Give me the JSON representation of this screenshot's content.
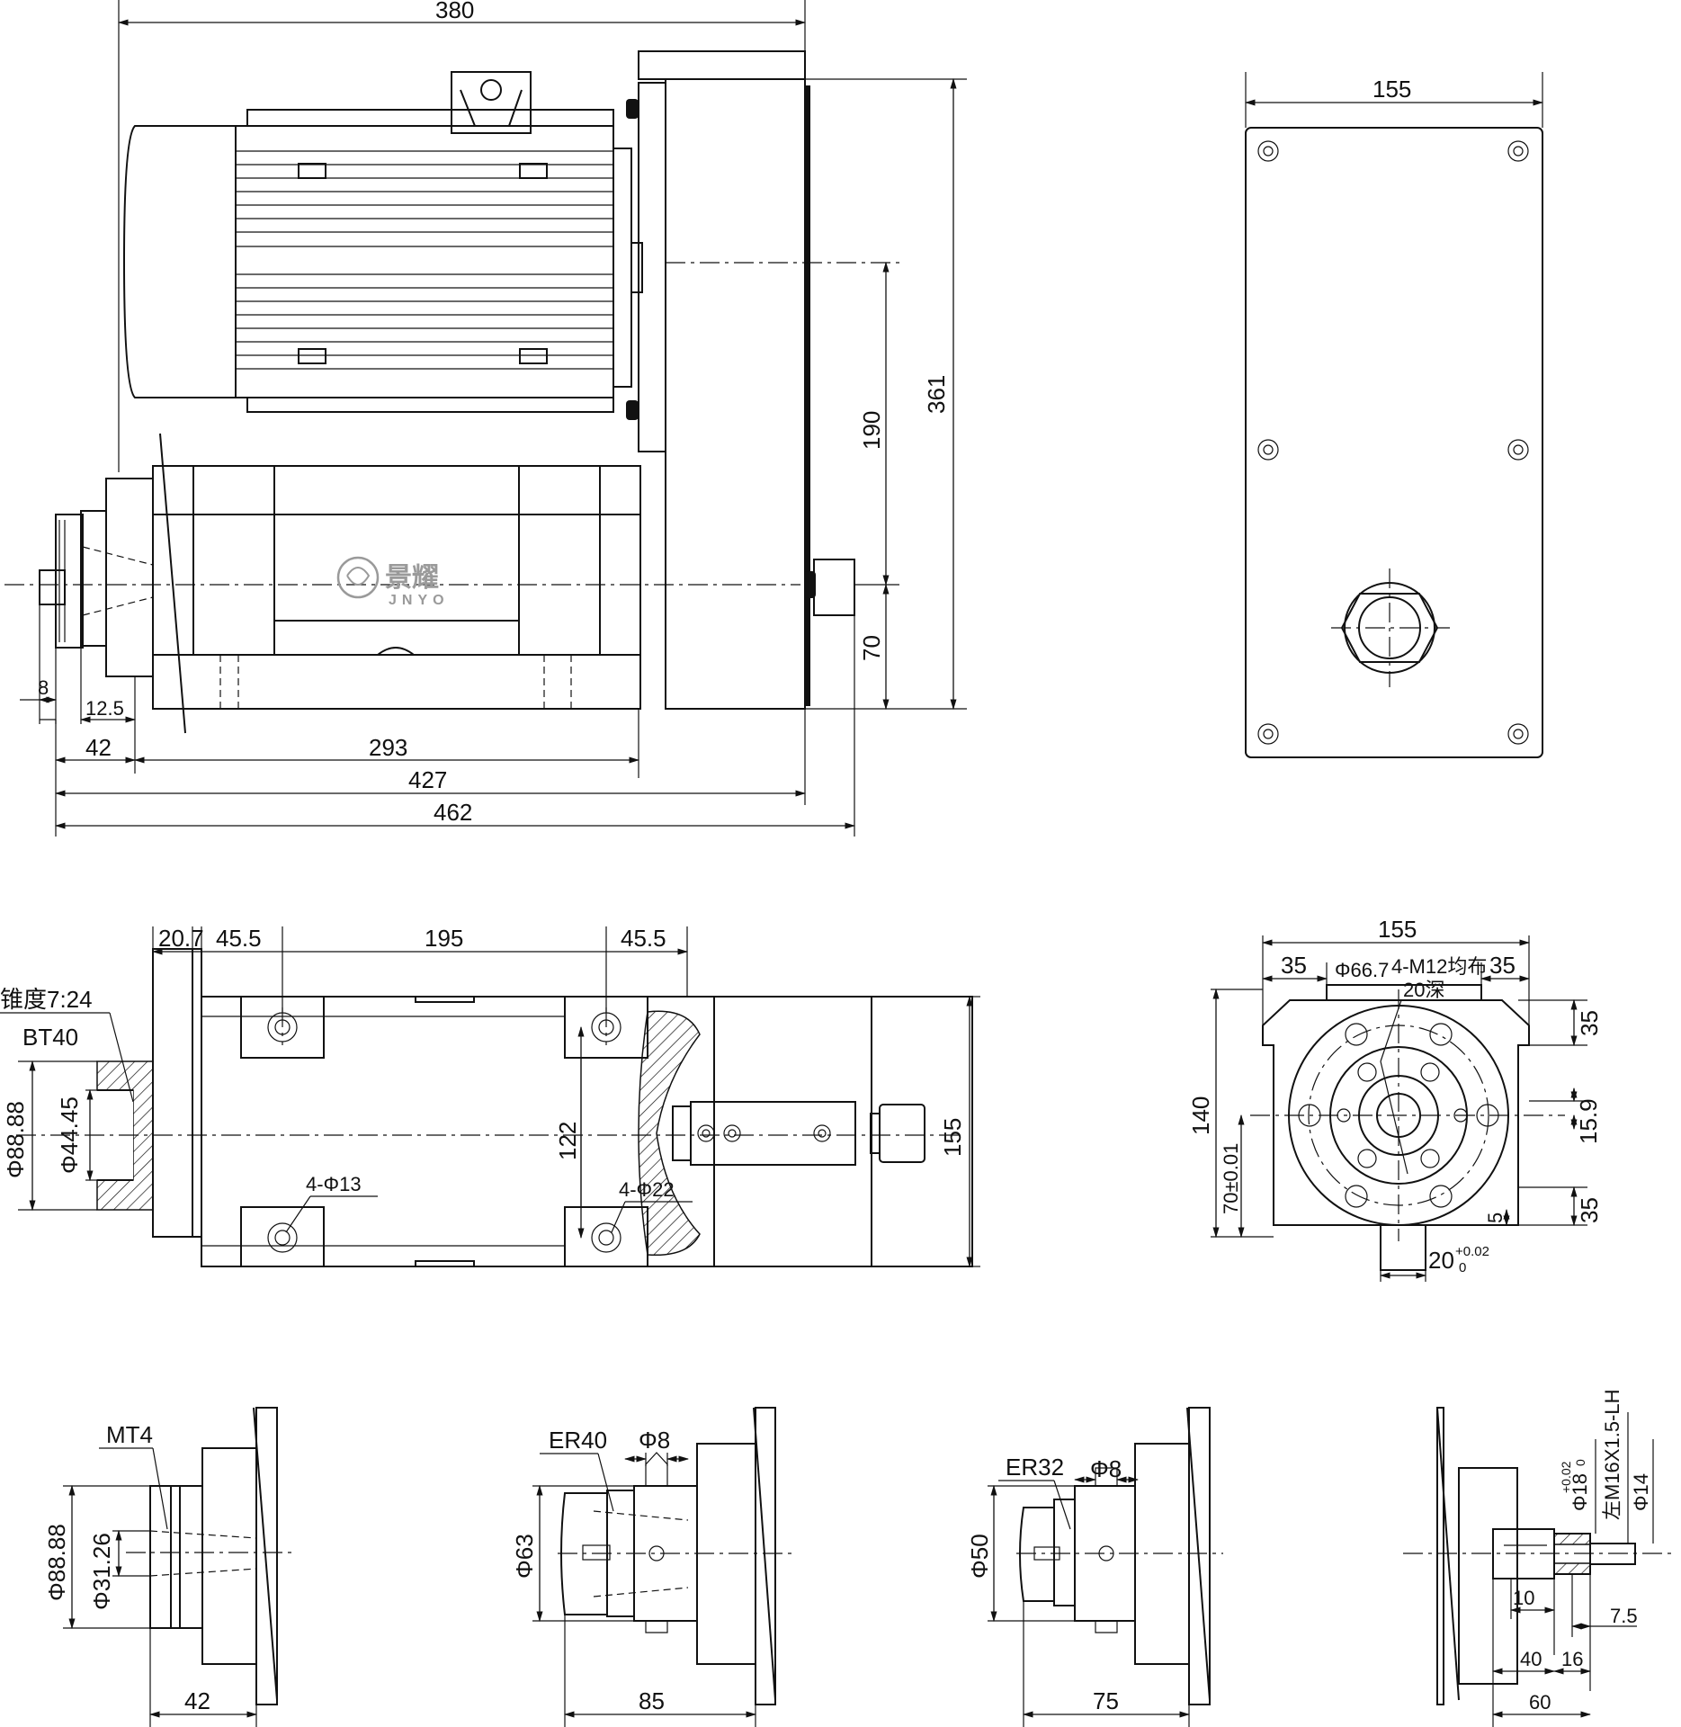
{
  "logo": {
    "cn": "景耀",
    "en": "JNYO",
    "color": "#9a9a9a"
  },
  "side_view": {
    "dims": [
      "380",
      "190",
      "361",
      "70",
      "8",
      "12.5",
      "42",
      "293",
      "427",
      "462"
    ]
  },
  "front_view": {
    "dims": [
      "155"
    ]
  },
  "top_view": {
    "dims": [
      "20.7",
      "45.5",
      "195",
      "45.5",
      "155",
      "122",
      "4-Φ13",
      "4-Φ22"
    ],
    "taper_note": "锥度7:24",
    "taper_type": "BT40",
    "bore_diameters": [
      "Φ88.88",
      "Φ44.45"
    ]
  },
  "flange_view": {
    "dims": [
      "155",
      "35",
      "35",
      "Φ66.7",
      "4-M12均布",
      "20深",
      "140",
      "70±0.01",
      "15.9",
      "35",
      "35",
      "5",
      "20"
    ],
    "tol_upper": "+0.02",
    "tol_lower": "0"
  },
  "adapters": [
    {
      "type": "MT4",
      "dims": [
        "Φ88.88",
        "Φ31.26",
        "42"
      ]
    },
    {
      "type": "ER40",
      "dims": [
        "Φ8",
        "Φ63",
        "85"
      ]
    },
    {
      "type": "ER32",
      "dims": [
        "Φ8",
        "Φ50",
        "75"
      ]
    },
    {
      "type": "",
      "dims": [
        "左M16X1.5-LH",
        "Φ18",
        "Φ14",
        "10",
        "7.5",
        "40",
        "16",
        "60"
      ],
      "tol_upper": "+0.02",
      "tol_lower": "0"
    }
  ]
}
